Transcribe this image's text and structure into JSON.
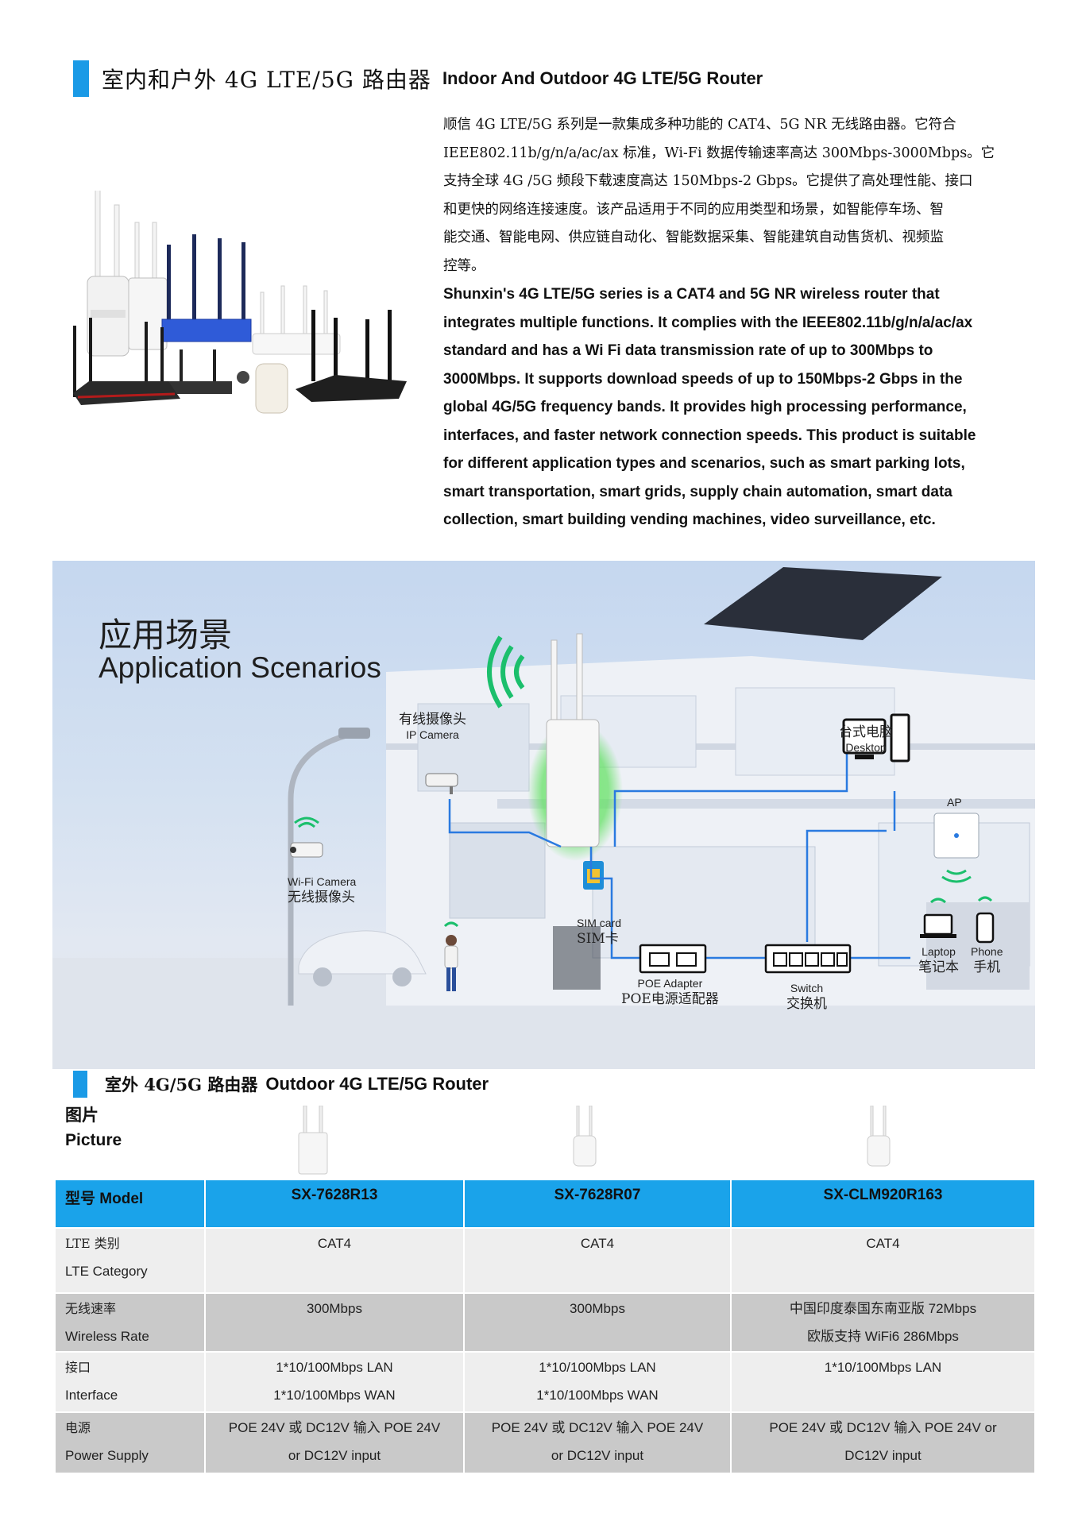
{
  "header": {
    "title_cn": "室内和户外 4G LTE/5G 路由器",
    "title_en": "Indoor And Outdoor 4G LTE/5G Router"
  },
  "intro": {
    "cn_lines": [
      "顺信 4G LTE/5G 系列是一款集成多种功能的 CAT4、5G NR 无线路由器。它符合",
      "IEEE802.11b/g/n/a/ac/ax 标准，Wi-Fi 数据传输速率高达 300Mbps-3000Mbps。它",
      "支持全球 4G /5G 频段下载速度高达 150Mbps-2 Gbps。它提供了高处理性能、接口",
      "和更快的网络连接速度。该产品适用于不同的应用类型和场景，如智能停车场、智",
      "能交通、智能电网、供应链自动化、智能数据采集、智能建筑自动售货机、视频监",
      "控等。"
    ],
    "en_lines": [
      "Shunxin's 4G LTE/5G series is a CAT4 and 5G NR wireless router that",
      "integrates multiple functions. It complies with the IEEE802.11b/g/n/a/ac/ax",
      "standard and has a Wi Fi data transmission rate of up to 300Mbps to",
      "3000Mbps. It supports download speeds of up to 150Mbps-2 Gbps in the",
      "global 4G/5G frequency bands. It provides high processing performance,",
      "interfaces, and faster network connection speeds. This product is suitable",
      "for different application types and scenarios, such as smart parking lots,",
      "smart transportation, smart grids, supply chain automation, smart data",
      "collection, smart building vending machines, video surveillance, etc."
    ]
  },
  "scenario": {
    "title_cn": "应用场景",
    "title_en": "Application Scenarios",
    "labels": {
      "ip_camera_cn": "有线摄像头",
      "ip_camera_en": "IP Camera",
      "desktop_cn": "台式电脑",
      "desktop_en": "Desktop",
      "ap_en": "AP",
      "wifi_camera_en": "Wi-Fi Camera",
      "wifi_camera_cn": "无线摄像头",
      "sim_en": "SIM card",
      "sim_cn": "SIM卡",
      "poe_en": "POE Adapter",
      "poe_cn": "POE电源适配器",
      "switch_en": "Switch",
      "switch_cn": "交换机",
      "laptop_en": "Laptop",
      "laptop_cn": "笔记本",
      "phone_en": "Phone",
      "phone_cn": "手机"
    }
  },
  "section2": {
    "title_cn": "室外 4G/5G 路由器",
    "title_en": "Outdoor 4G LTE/5G Router",
    "picture_cn": "图片",
    "picture_en": "Picture"
  },
  "table": {
    "header": {
      "label": "型号 Model",
      "models": [
        "SX-7628R13",
        "SX-7628R07",
        "SX-CLM920R163"
      ]
    },
    "rows": [
      {
        "label_cn": "LTE 类别",
        "label_en": "LTE Category",
        "cells": [
          [
            "CAT4"
          ],
          [
            "CAT4"
          ],
          [
            "CAT4"
          ]
        ]
      },
      {
        "label_cn": "无线速率",
        "label_en": "Wireless Rate",
        "cells": [
          [
            "300Mbps"
          ],
          [
            "300Mbps"
          ],
          [
            "中国印度泰国东南亚版 72Mbps",
            "欧版支持 WiFi6 286Mbps"
          ]
        ]
      },
      {
        "label_cn": "接口",
        "label_en": "Interface",
        "cells": [
          [
            "1*10/100Mbps LAN",
            "1*10/100Mbps WAN"
          ],
          [
            "1*10/100Mbps LAN",
            "1*10/100Mbps WAN"
          ],
          [
            "1*10/100Mbps LAN"
          ]
        ]
      },
      {
        "label_cn": "电源",
        "label_en": "Power Supply",
        "cells": [
          [
            "POE 24V 或 DC12V 输入 POE 24V",
            "or DC12V   input"
          ],
          [
            "POE 24V 或 DC12V 输入 POE 24V",
            "or DC12V   input"
          ],
          [
            "POE 24V 或 DC12V 输入 POE 24V or",
            "DC12V   input"
          ]
        ]
      }
    ]
  },
  "colors": {
    "accent_blue": "#1a9ae6",
    "table_header": "#1aa3ea",
    "router_glow": "#5ee05e"
  }
}
